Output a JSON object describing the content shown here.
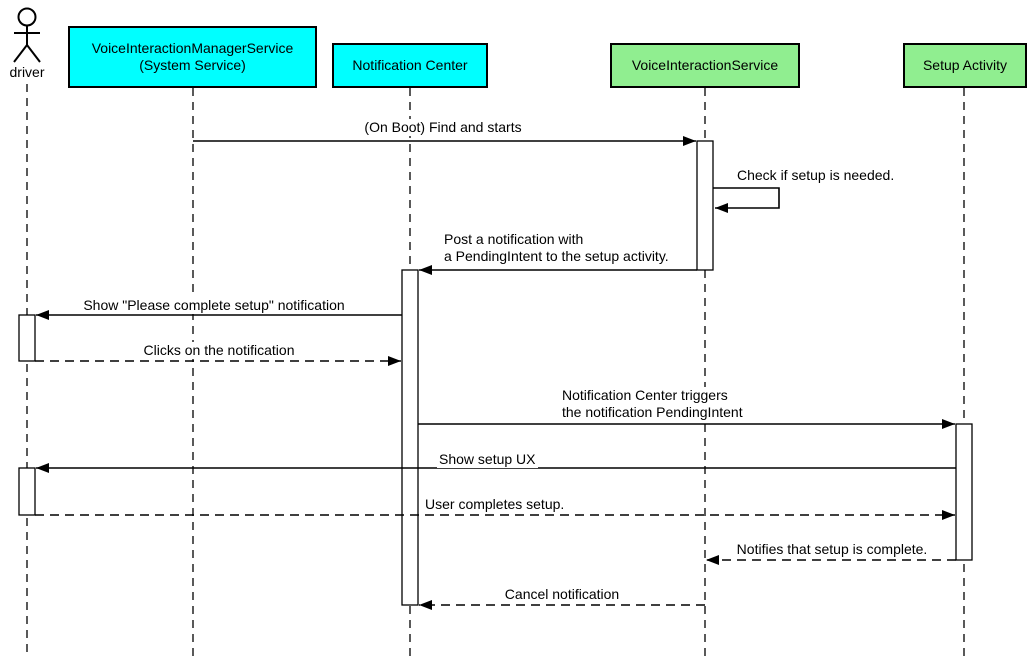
{
  "diagram": {
    "type": "uml-sequence",
    "actor": {
      "label": "driver"
    },
    "participants": [
      {
        "id": "voice-interaction-manager-service",
        "label": "VoiceInteractionManagerService\n(System Service)",
        "fill": "#00ffff"
      },
      {
        "id": "notification-center",
        "label": "Notification Center",
        "fill": "#00ffff"
      },
      {
        "id": "voice-interaction-service",
        "label": "VoiceInteractionService",
        "fill": "#90ee90"
      },
      {
        "id": "setup-activity",
        "label": "Setup Activity",
        "fill": "#90ee90"
      }
    ],
    "messages": [
      {
        "from": "VoiceInteractionManagerService",
        "to": "VoiceInteractionService",
        "line": "solid",
        "label": "(On Boot) Find and starts"
      },
      {
        "from": "VoiceInteractionService",
        "to": "VoiceInteractionService",
        "line": "self",
        "label": "Check if setup is needed."
      },
      {
        "from": "VoiceInteractionService",
        "to": "Notification Center",
        "line": "solid",
        "label": "Post a notification with\na PendingIntent to the setup activity."
      },
      {
        "from": "Notification Center",
        "to": "driver",
        "line": "solid",
        "label": "Show \"Please complete setup\" notification"
      },
      {
        "from": "driver",
        "to": "Notification Center",
        "line": "dashed",
        "label": "Clicks on the notification"
      },
      {
        "from": "Notification Center",
        "to": "Setup Activity",
        "line": "solid",
        "label": "Notification Center triggers\nthe notification PendingIntent"
      },
      {
        "from": "Setup Activity",
        "to": "driver",
        "line": "solid",
        "label": "Show setup UX"
      },
      {
        "from": "driver",
        "to": "Setup Activity",
        "line": "dashed",
        "label": "User completes setup."
      },
      {
        "from": "Setup Activity",
        "to": "VoiceInteractionService",
        "line": "dashed",
        "label": "Notifies that setup is complete."
      },
      {
        "from": "VoiceInteractionService",
        "to": "Notification Center",
        "line": "dashed",
        "label": "Cancel notification"
      }
    ],
    "colors": {
      "box_cyan": "#00ffff",
      "box_green": "#90ee90",
      "stroke": "#000000",
      "background": "#ffffff"
    }
  }
}
